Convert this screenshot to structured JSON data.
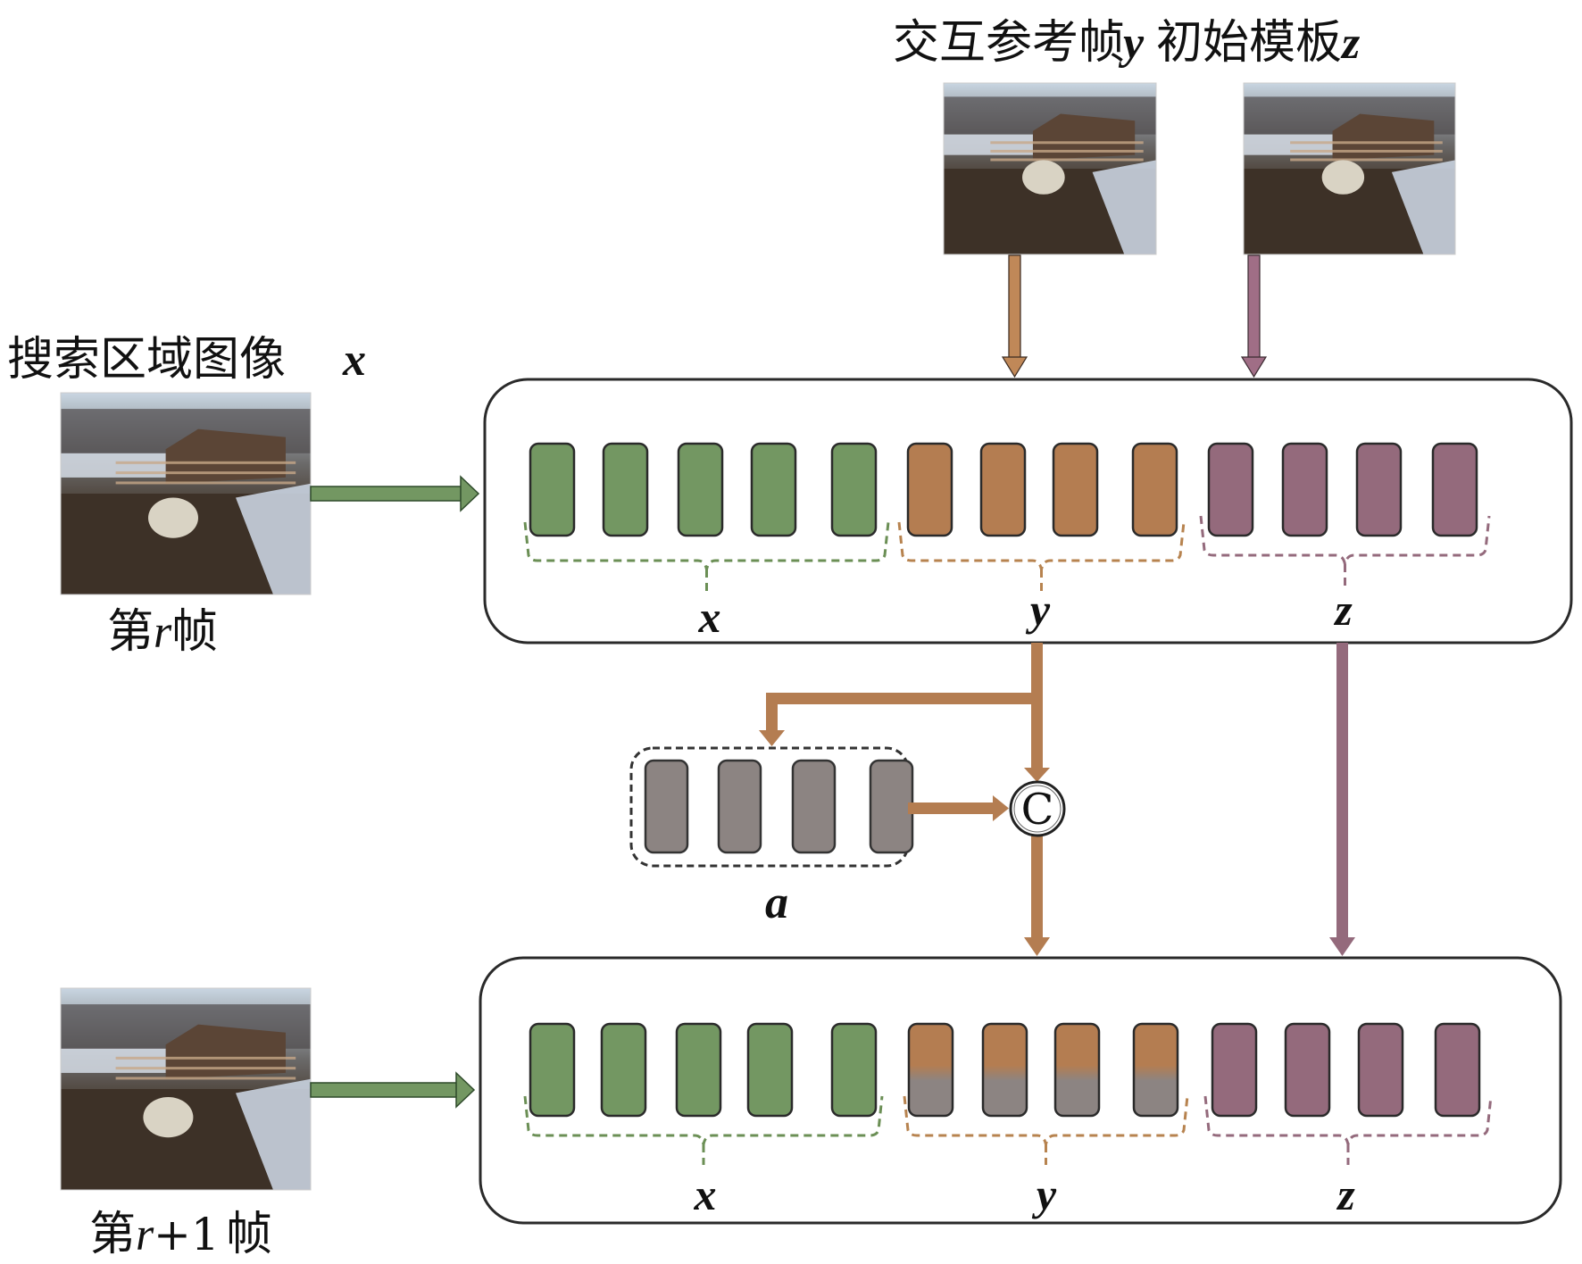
{
  "labels": {
    "search_image": "搜索区域图像",
    "search_var": "x",
    "ref_frame": "交互参考帧",
    "ref_var": "y",
    "init_template": "初始模板",
    "init_var": "z",
    "frame_r_prefix": "第",
    "frame_r_var": "r",
    "frame_r_suffix": "帧",
    "frame_r1_prefix": "第",
    "frame_r1_var": "r",
    "frame_r1_mid": "+1",
    "frame_r1_suffix": "帧",
    "concat_symbol": "C",
    "a_label": "a"
  },
  "top_block": {
    "groups": [
      {
        "name": "x",
        "label": "x",
        "count": 5,
        "color": "#739762"
      },
      {
        "name": "y",
        "label": "y",
        "count": 4,
        "color": "#b47d51"
      },
      {
        "name": "z",
        "label": "z",
        "count": 4,
        "color": "#946a7c"
      }
    ]
  },
  "attention_block": {
    "label": "a",
    "count": 4,
    "color": "#8c8482"
  },
  "bottom_block": {
    "groups": [
      {
        "name": "x",
        "label": "x",
        "count": 5,
        "color": "#739762"
      },
      {
        "name": "y",
        "label": "y",
        "count": 4,
        "color": "#b47d51",
        "blend_to": "#8c8482"
      },
      {
        "name": "z",
        "label": "z",
        "count": 4,
        "color": "#946a7c"
      }
    ]
  },
  "colors": {
    "green": "#739762",
    "orange": "#b47d51",
    "purple": "#946a7c",
    "gray": "#8c8482",
    "border": "#2a2a2a"
  }
}
